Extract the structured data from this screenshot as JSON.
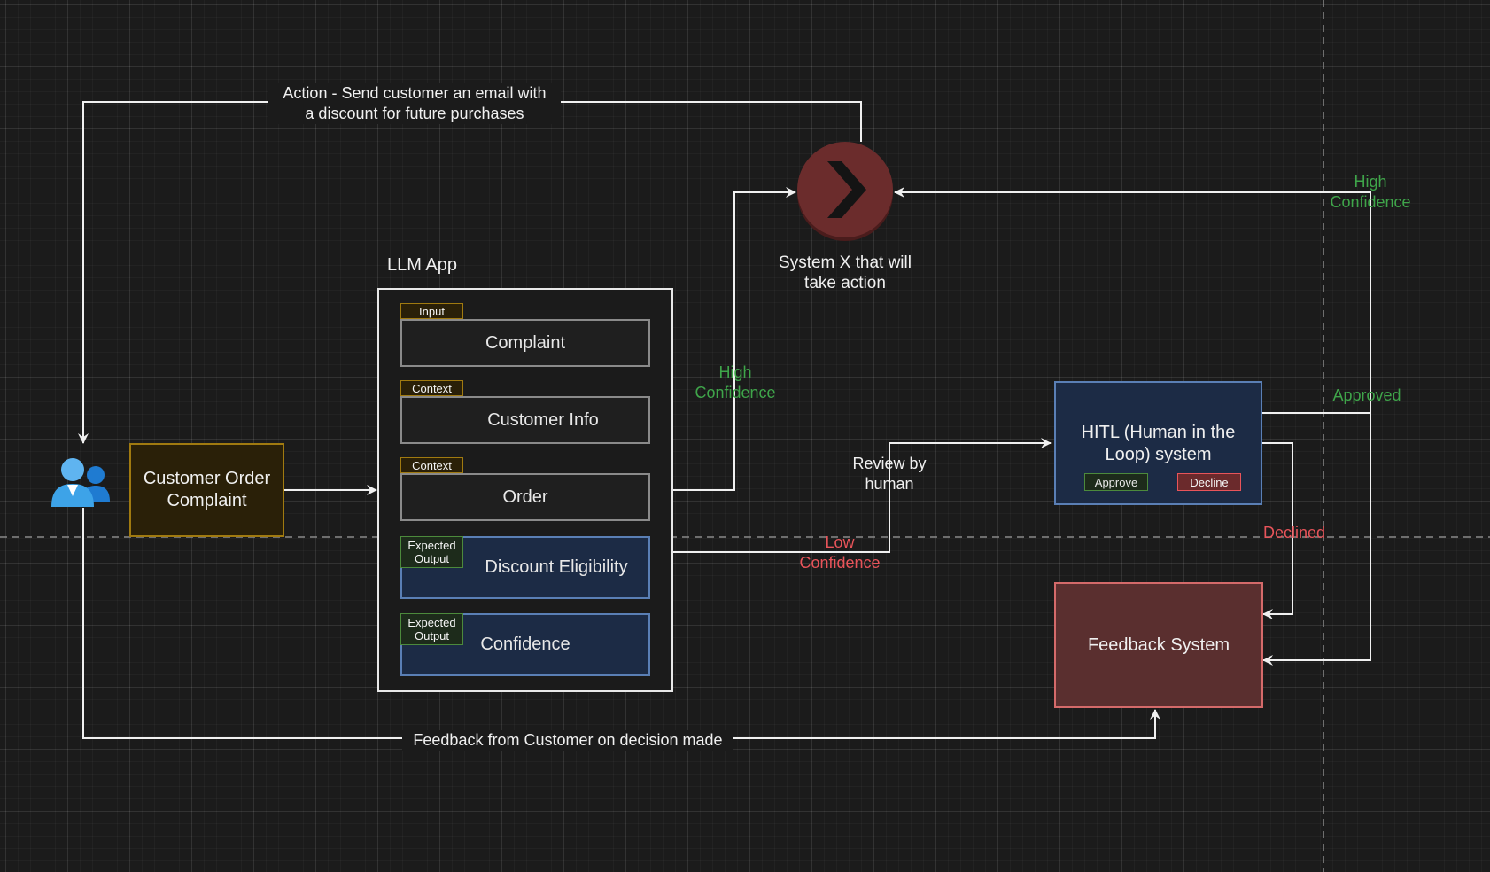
{
  "customer": {
    "icon": "users-icon",
    "box_label": "Customer Order Complaint"
  },
  "llm_app": {
    "title": "LLM App",
    "rows": [
      {
        "tag": "Input",
        "label": "Complaint"
      },
      {
        "tag": "Context",
        "label": "Customer Info"
      },
      {
        "tag": "Context",
        "label": "Order"
      },
      {
        "tag": "Expected Output",
        "label": "Discount Eligibility"
      },
      {
        "tag": "Expected Output",
        "label": "Confidence"
      }
    ]
  },
  "system_x": {
    "icon": "chevron-right-icon",
    "label_line1": "System X that will",
    "label_line2": "take action"
  },
  "hitl": {
    "label": "HITL (Human in the Loop) system",
    "approve": "Approve",
    "decline": "Decline"
  },
  "feedback_system": {
    "label": "Feedback System"
  },
  "edge_labels": {
    "action_line1": "Action - Send customer an email with",
    "action_line2": "a discount for future purchases",
    "high_conf_line1": "High",
    "high_conf_line2": "Confidence",
    "high_conf_right_line1": "High",
    "high_conf_right_line2": "Confidence",
    "low_conf_line1": "Low",
    "low_conf_line2": "Confidence",
    "review_line1": "Review by",
    "review_line2": "human",
    "approved": "Approved",
    "declined": "Declined",
    "feedback_from_customer": "Feedback from Customer on decision made"
  },
  "colors": {
    "positive": "#3fa54a",
    "negative": "#e8545a",
    "system_x": "#6b2c2c",
    "feedback": "#5a2f2f",
    "hitl": "#1c2b45",
    "customer_box": "#2a2008"
  }
}
